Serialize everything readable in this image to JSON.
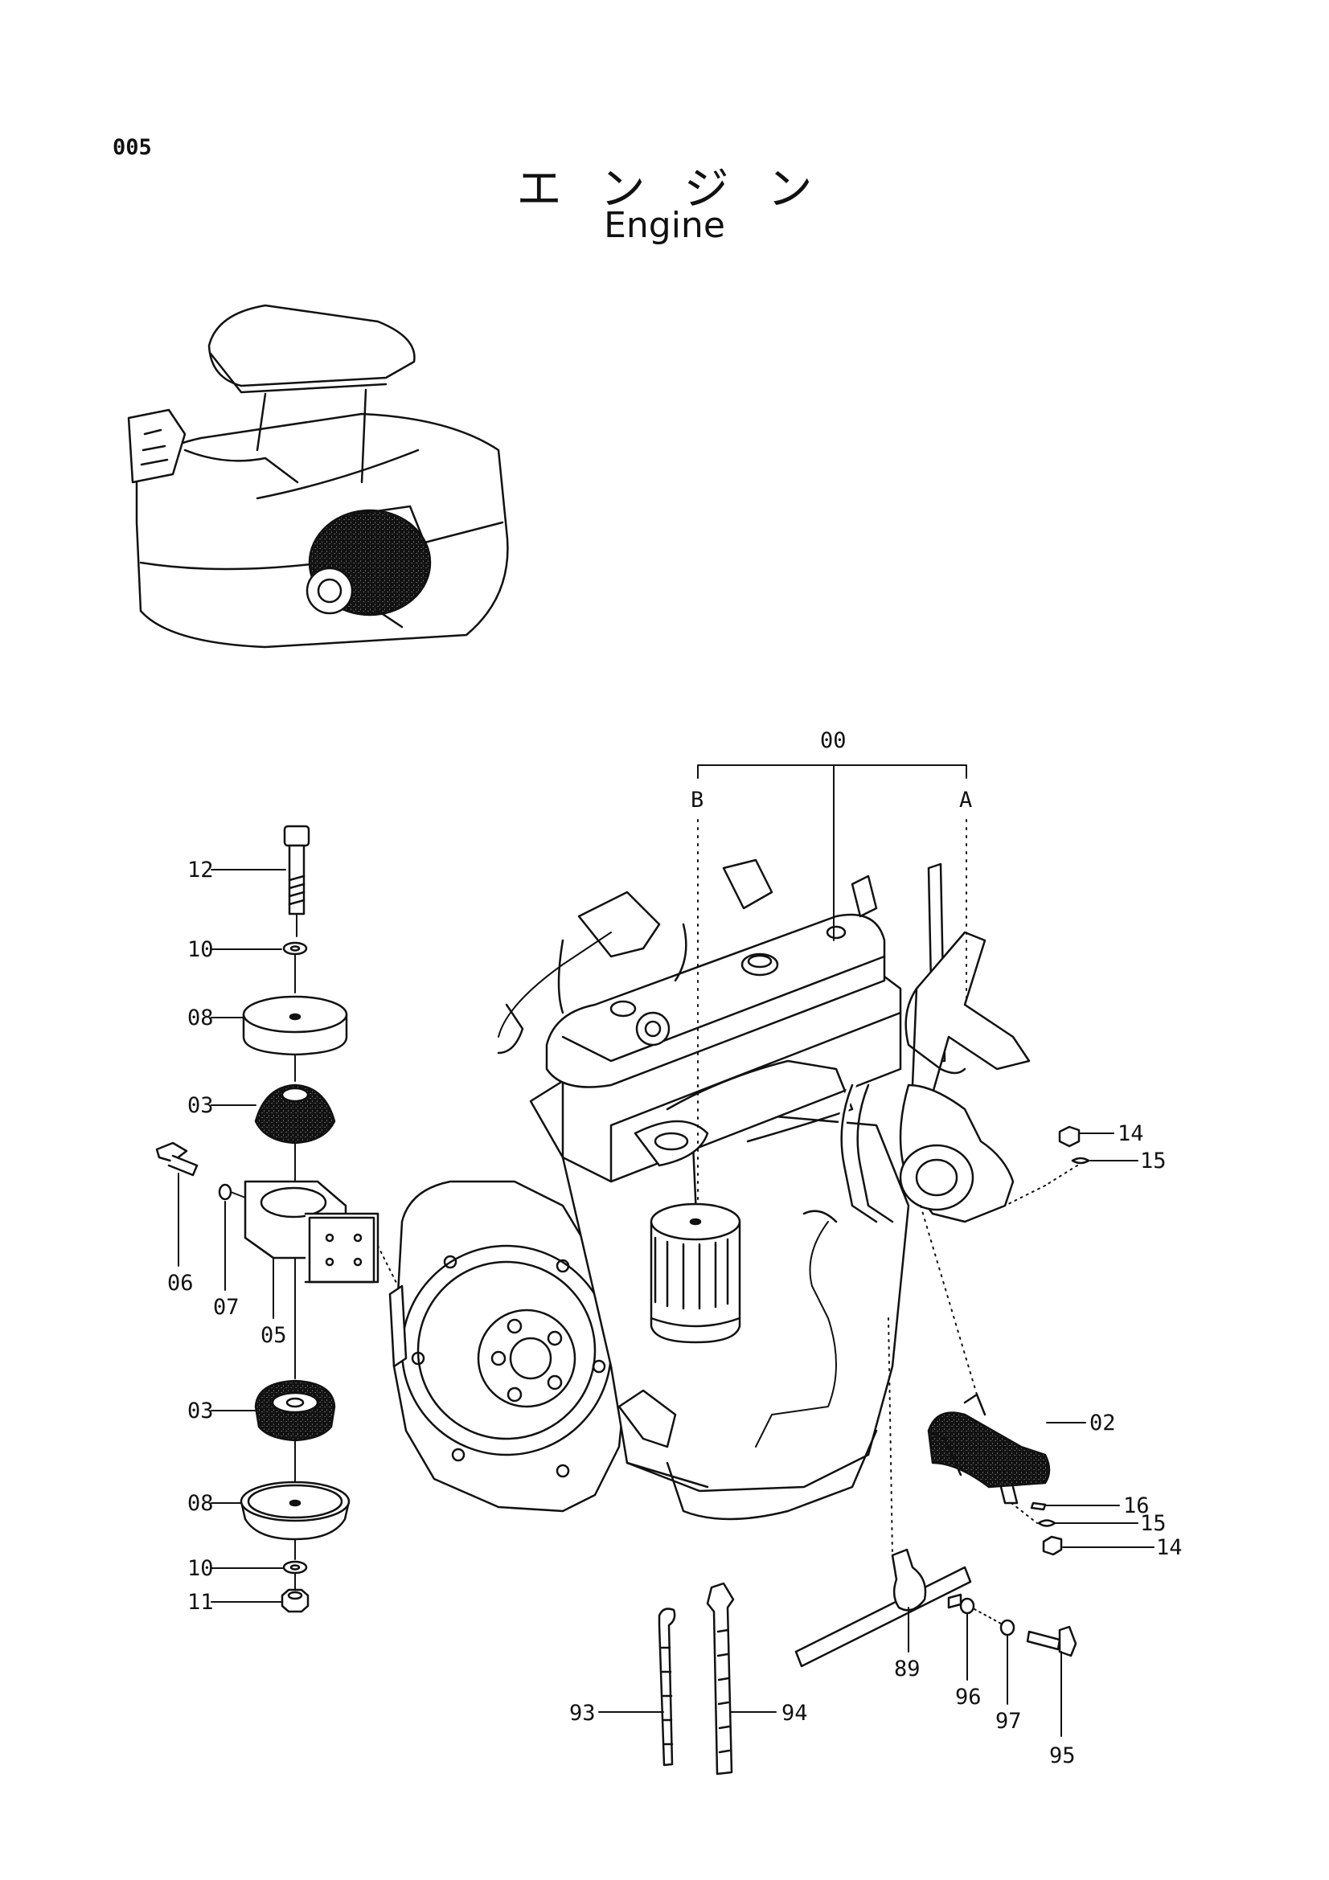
{
  "page_code": "005",
  "title_jp": "エンジン",
  "title_en": "Engine",
  "callouts": {
    "c00": "00",
    "cA": "A",
    "cB": "B",
    "c02": "02",
    "c03a": "03",
    "c03b": "03",
    "c05": "05",
    "c06": "06",
    "c07": "07",
    "c08a": "08",
    "c08b": "08",
    "c10a": "10",
    "c10b": "10",
    "c11": "11",
    "c12": "12",
    "c14a": "14",
    "c14b": "14",
    "c15a": "15",
    "c15b": "15",
    "c16": "16",
    "c89": "89",
    "c93": "93",
    "c94": "94",
    "c95": "95",
    "c96": "96",
    "c97": "97"
  }
}
